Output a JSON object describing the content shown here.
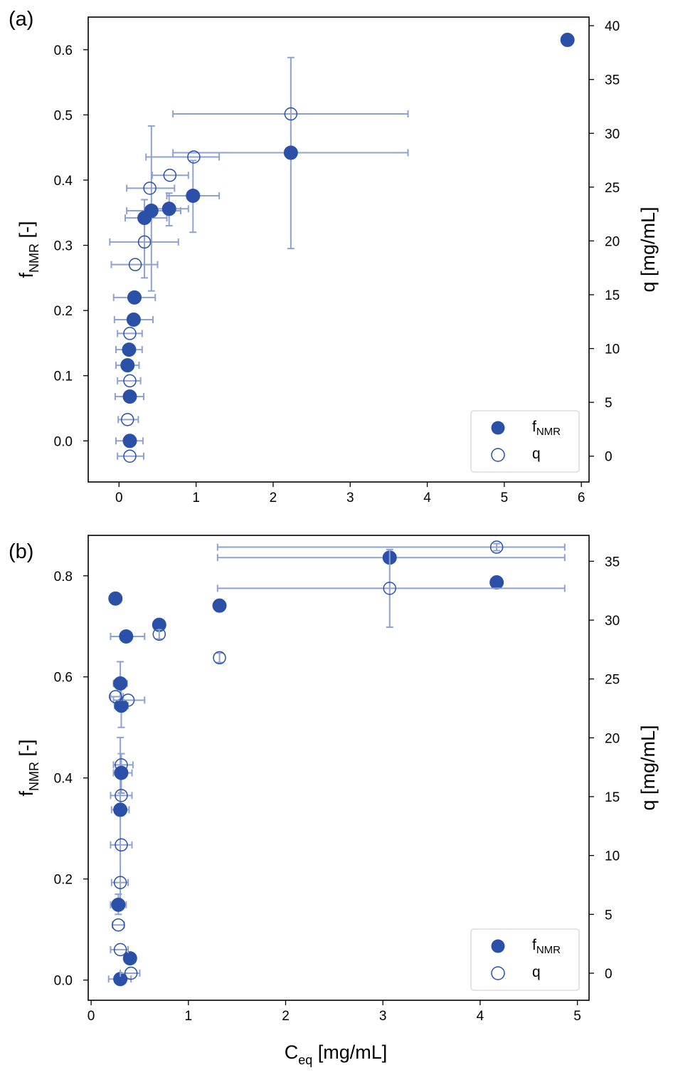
{
  "chart_data": [
    {
      "panel_label": "(a)",
      "type": "scatter",
      "xlabel": "",
      "ylabel_left": {
        "main": "f",
        "sub": "NMR",
        "rest": " [-]"
      },
      "ylabel_right": "q [mg/mL]",
      "xlim": [
        -0.4,
        6.1
      ],
      "ylim_left": [
        -0.063,
        0.65
      ],
      "ylim_right": [
        -2.4,
        40.8
      ],
      "xticks": [
        0,
        1,
        2,
        3,
        4,
        5,
        6
      ],
      "xtick_labels": [
        "0",
        "1",
        "2",
        "3",
        "4",
        "5",
        "6"
      ],
      "yticks_left": [
        0.0,
        0.1,
        0.2,
        0.3,
        0.4,
        0.5,
        0.6
      ],
      "ytick_labels_left": [
        "0.0",
        "0.1",
        "0.2",
        "0.3",
        "0.4",
        "0.5",
        "0.6"
      ],
      "yticks_right": [
        0,
        5,
        10,
        15,
        20,
        25,
        30,
        35,
        40
      ],
      "ytick_labels_right": [
        "0",
        "5",
        "10",
        "15",
        "20",
        "25",
        "30",
        "35",
        "40"
      ],
      "legend": {
        "position": "lower right",
        "entries": [
          {
            "label_main": "f",
            "label_sub": "NMR",
            "marker": "filled"
          },
          {
            "label_main": "q",
            "label_sub": "",
            "marker": "open"
          }
        ]
      },
      "series": [
        {
          "name": "fNMR",
          "marker": "filled",
          "axis": "left",
          "points": [
            {
              "x": 5.82,
              "y": 0.615
            },
            {
              "x": 2.23,
              "y": 0.442,
              "xerr": [
                0.7,
                3.75
              ],
              "yerr": [
                0.295,
                0.588
              ]
            },
            {
              "x": 0.96,
              "y": 0.376,
              "xerr": [
                0.62,
                1.3
              ],
              "yerr": [
                0.32,
                0.43
              ]
            },
            {
              "x": 0.65,
              "y": 0.356,
              "xerr": [
                0.43,
                0.9
              ],
              "yerr": [
                0.33,
                0.38
              ]
            },
            {
              "x": 0.42,
              "y": 0.353,
              "xerr": [
                0.1,
                0.8
              ],
              "yerr": [
                0.23,
                0.483
              ]
            },
            {
              "x": 0.33,
              "y": 0.342,
              "xerr": [
                0.08,
                0.62
              ],
              "yerr": [
                0.25,
                0.37
              ]
            },
            {
              "x": 0.2,
              "y": 0.22,
              "xerr": [
                -0.07,
                0.47
              ]
            },
            {
              "x": 0.19,
              "y": 0.186,
              "xerr": [
                -0.06,
                0.44
              ]
            },
            {
              "x": 0.13,
              "y": 0.14,
              "xerr": [
                -0.04,
                0.3
              ]
            },
            {
              "x": 0.11,
              "y": 0.116,
              "xerr": [
                -0.04,
                0.26
              ]
            },
            {
              "x": 0.14,
              "y": 0.068,
              "xerr": [
                -0.05,
                0.32
              ]
            },
            {
              "x": 0.14,
              "y": 0.0,
              "xerr": [
                -0.04,
                0.31
              ]
            }
          ]
        },
        {
          "name": "q",
          "marker": "open",
          "axis": "right",
          "points": [
            {
              "x": 2.23,
              "y": 31.8,
              "xerr": [
                0.7,
                3.75
              ]
            },
            {
              "x": 0.97,
              "y": 27.8,
              "xerr": [
                0.35,
                1.3
              ]
            },
            {
              "x": 0.66,
              "y": 26.1,
              "xerr": [
                0.43,
                0.9
              ]
            },
            {
              "x": 0.4,
              "y": 24.9,
              "xerr": [
                0.1,
                0.72
              ]
            },
            {
              "x": 0.33,
              "y": 19.9,
              "xerr": [
                -0.12,
                0.77
              ]
            },
            {
              "x": 0.21,
              "y": 17.8,
              "xerr": [
                -0.1,
                0.5
              ]
            },
            {
              "x": 0.14,
              "y": 11.4,
              "xerr": [
                -0.02,
                0.3
              ]
            },
            {
              "x": 0.14,
              "y": 7.0,
              "xerr": [
                -0.02,
                0.28
              ]
            },
            {
              "x": 0.11,
              "y": 3.4,
              "xerr": [
                -0.01,
                0.25
              ]
            },
            {
              "x": 0.14,
              "y": 0.0,
              "xerr": [
                -0.02,
                0.32
              ]
            }
          ]
        }
      ]
    },
    {
      "panel_label": "(b)",
      "type": "scatter",
      "xlabel": {
        "main": "C",
        "sub": "eq",
        "rest": " [mg/mL]"
      },
      "ylabel_left": {
        "main": "f",
        "sub": "NMR",
        "rest": " [-]"
      },
      "ylabel_right": "q [mg/mL]",
      "xlim": [
        -0.03,
        5.12
      ],
      "ylim_left": [
        -0.04,
        0.88
      ],
      "ylim_right": [
        -2.3,
        37.2
      ],
      "xticks": [
        0,
        1,
        2,
        3,
        4,
        5
      ],
      "xtick_labels": [
        "0",
        "1",
        "2",
        "3",
        "4",
        "5"
      ],
      "yticks_left": [
        0.0,
        0.2,
        0.4,
        0.6,
        0.8
      ],
      "ytick_labels_left": [
        "0.0",
        "0.2",
        "0.4",
        "0.6",
        "0.8"
      ],
      "yticks_right": [
        0,
        5,
        10,
        15,
        20,
        25,
        30,
        35
      ],
      "ytick_labels_right": [
        "0",
        "5",
        "10",
        "15",
        "20",
        "25",
        "30",
        "35"
      ],
      "legend": {
        "position": "lower right",
        "entries": [
          {
            "label_main": "f",
            "label_sub": "NMR",
            "marker": "filled"
          },
          {
            "label_main": "q",
            "label_sub": "",
            "marker": "open"
          }
        ]
      },
      "series": [
        {
          "name": "fNMR",
          "marker": "filled",
          "axis": "left",
          "points": [
            {
              "x": 3.07,
              "y": 0.836,
              "xerr": [
                1.3,
                4.87
              ]
            },
            {
              "x": 4.17,
              "y": 0.787
            },
            {
              "x": 0.25,
              "y": 0.755
            },
            {
              "x": 1.32,
              "y": 0.741
            },
            {
              "x": 0.7,
              "y": 0.703
            },
            {
              "x": 0.36,
              "y": 0.68,
              "xerr": [
                0.2,
                0.55
              ]
            },
            {
              "x": 0.3,
              "y": 0.587,
              "xerr": [
                0.23,
                0.37
              ],
              "yerr": [
                0.545,
                0.63
              ]
            },
            {
              "x": 0.31,
              "y": 0.543,
              "xerr": [
                0.24,
                0.38
              ],
              "yerr": [
                0.5,
                0.585
              ]
            },
            {
              "x": 0.31,
              "y": 0.41,
              "xerr": [
                0.23,
                0.42
              ],
              "yerr": [
                0.37,
                0.448
              ]
            },
            {
              "x": 0.3,
              "y": 0.337,
              "xerr": [
                0.21,
                0.39
              ],
              "yerr": [
                0.15,
                0.48
              ]
            },
            {
              "x": 0.28,
              "y": 0.149,
              "xerr": [
                0.2,
                0.36
              ],
              "yerr": [
                0.13,
                0.17
              ]
            },
            {
              "x": 0.4,
              "y": 0.043
            },
            {
              "x": 0.3,
              "y": 0.002,
              "xerr": [
                0.18,
                0.41
              ]
            }
          ]
        },
        {
          "name": "q",
          "marker": "open",
          "axis": "right",
          "points": [
            {
              "x": 4.17,
              "y": 36.2,
              "xerr": [
                1.3,
                4.87
              ],
              "yerr": [
                35.9,
                36.5
              ]
            },
            {
              "x": 3.07,
              "y": 32.7,
              "xerr": [
                1.3,
                4.87
              ],
              "yerr": [
                29.4,
                36.0
              ]
            },
            {
              "x": 0.7,
              "y": 28.8,
              "yerr": [
                28.4,
                29.2
              ]
            },
            {
              "x": 1.32,
              "y": 26.8,
              "yerr": [
                26.4,
                27.2
              ]
            },
            {
              "x": 0.25,
              "y": 23.5,
              "xerr": [
                0.2,
                0.33
              ]
            },
            {
              "x": 0.38,
              "y": 23.2,
              "xerr": [
                0.23,
                0.55
              ]
            },
            {
              "x": 0.31,
              "y": 17.7,
              "xerr": [
                0.23,
                0.43
              ]
            },
            {
              "x": 0.31,
              "y": 15.1,
              "xerr": [
                0.2,
                0.42
              ]
            },
            {
              "x": 0.31,
              "y": 10.9,
              "xerr": [
                0.2,
                0.42
              ]
            },
            {
              "x": 0.3,
              "y": 7.7,
              "xerr": [
                0.21,
                0.38
              ]
            },
            {
              "x": 0.28,
              "y": 4.1,
              "xerr": [
                0.22,
                0.34
              ]
            },
            {
              "x": 0.3,
              "y": 2.0,
              "xerr": [
                0.2,
                0.38
              ]
            },
            {
              "x": 0.41,
              "y": 0.0,
              "xerr": [
                0.3,
                0.5
              ]
            }
          ]
        }
      ]
    }
  ],
  "colors": {
    "marker": "#2a50a8",
    "errorbar": "#8ea2d1",
    "legend_border": "#d4d4d4",
    "axes": "#000000"
  },
  "icons": {
    "filled_marker": "filled-circle",
    "open_marker": "open-circle"
  }
}
